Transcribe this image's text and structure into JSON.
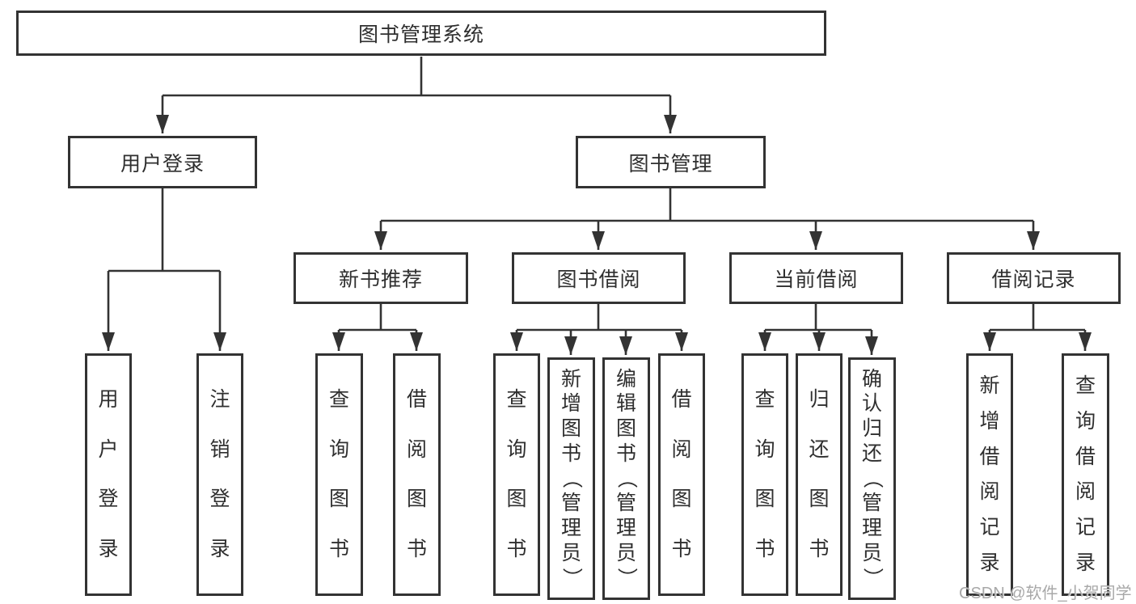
{
  "colors": {
    "line": "#333333",
    "text": "#2f2f2f",
    "watermark": "#a8a8a8",
    "background": "#ffffff"
  },
  "tree": {
    "root": {
      "label": "图书管理系统"
    },
    "user_login": {
      "label": "用户登录",
      "children": {
        "login": {
          "label": "用户登录"
        },
        "logout": {
          "label": "注销登录"
        }
      }
    },
    "book_mgmt": {
      "label": "图书管理",
      "sections": {
        "new_book_rec": {
          "label": "新书推荐",
          "children": {
            "query_books": {
              "label": "查询图书"
            },
            "borrow_books": {
              "label": "借阅图书"
            }
          }
        },
        "book_borrow": {
          "label": "图书借阅",
          "children": {
            "query_books": {
              "label": "查询图书"
            },
            "add_books": {
              "label": "新增图书（管理员）"
            },
            "edit_books": {
              "label": "编辑图书（管理员）"
            },
            "borrow_books": {
              "label": "借阅图书"
            }
          }
        },
        "current_borrow": {
          "label": "当前借阅",
          "children": {
            "query_books": {
              "label": "查询图书"
            },
            "return_books": {
              "label": "归还图书"
            },
            "confirm_return": {
              "label": "确认归还（管理员）"
            }
          }
        },
        "borrow_records": {
          "label": "借阅记录",
          "children": {
            "add_record": {
              "label": "新增借阅记录"
            },
            "query_record": {
              "label": "查询借阅记录"
            }
          }
        }
      }
    }
  },
  "watermark": {
    "text": "CSDN @软件_小贺同学"
  }
}
